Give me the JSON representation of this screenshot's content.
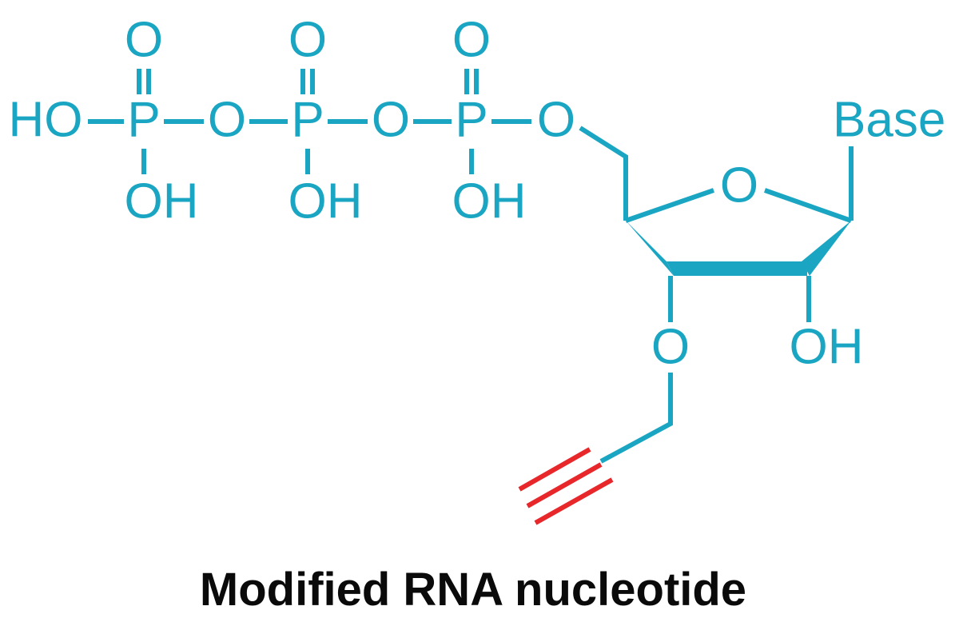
{
  "diagram": {
    "caption": "Modified RNA nucleotide",
    "colors": {
      "structure": "#1aa6c2",
      "alkyne": "#e8272b",
      "caption": "#0a0a0a"
    },
    "atoms": {
      "ho_terminal": "HO",
      "p1": "P",
      "p2": "P",
      "p3": "P",
      "o_bridge1": "O",
      "o_bridge2": "O",
      "o_bridge3": "O",
      "o_double1": "O",
      "o_double2": "O",
      "o_double3": "O",
      "oh1": "OH",
      "oh2": "OH",
      "oh3": "OH",
      "ring_o": "O",
      "base": "Base",
      "ether_o": "O",
      "oh_2prime": "OH"
    }
  }
}
